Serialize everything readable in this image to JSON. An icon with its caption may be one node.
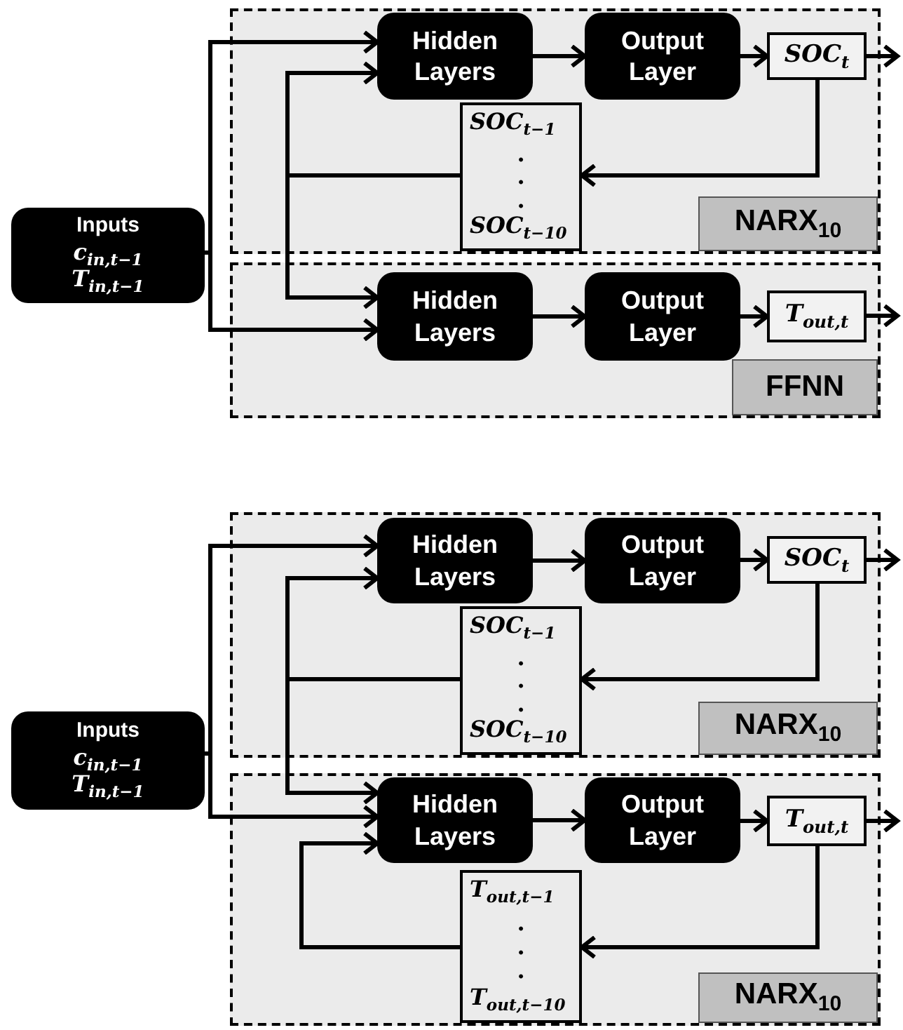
{
  "diagram": {
    "nodes": [
      {
        "text": [],
        "shape": "box"
      },
      {
        "text": [
          "Hidden Layers"
        ],
        "in": 0
      },
      {
        "text": [
          "Output Layer"
        ],
        "in": 0
      },
      {
        "text": [
          "SOC$_{t}$"
        ],
        "in": 0
      },
      {
        "text": [
          "SOC$_{t−1}$",
          ".",
          ".",
          ".",
          "SOC$_{t−10}$"
        ],
        "in": 0
      },
      {
        "text": [
          "NARX$_{10}$"
        ],
        "in": 0
      },
      {
        "text": [
          "Inputs",
          "c$_{in,t−1}$",
          "T$_{in,t−1}$"
        ]
      },
      {
        "text": [],
        "shape": "box"
      },
      {
        "text": [
          "Hidden Layers"
        ],
        "in": 7
      },
      {
        "text": [
          "Output Layer"
        ],
        "in": 7
      },
      {
        "text": [
          "T$_{out,t}$"
        ],
        "in": 7
      },
      {
        "text": [
          "FFNN"
        ],
        "in": 7
      },
      {
        "text": [],
        "shape": "box"
      },
      {
        "text": [
          "Hidden Layers"
        ],
        "in": 12
      },
      {
        "text": [
          "Output Layer"
        ],
        "in": 12
      },
      {
        "text": [
          "SOC$_{t}$"
        ],
        "in": 12
      },
      {
        "text": [
          "SOC$_{t−1}$",
          ".",
          ".",
          ".",
          "SOC$_{t−10}$"
        ],
        "in": 12
      },
      {
        "text": [
          "NARX$_{10}$"
        ],
        "in": 12
      },
      {
        "text": [
          "Inputs",
          "c$_{in,t−1}$",
          "T$_{in,t−1}$"
        ]
      },
      {
        "text": [],
        "shape": "box"
      },
      {
        "text": [
          "Hidden Layers"
        ],
        "in": 19
      },
      {
        "text": [
          "Output Layer"
        ],
        "in": 19
      },
      {
        "text": [
          "T$_{out,t}$"
        ],
        "in": 19
      },
      {
        "text": [
          "T$_{out,t−1}$",
          ".",
          ".",
          ".",
          "T$_{out,t−10}$"
        ],
        "in": 19
      },
      {
        "text": [
          "NARX$_{10}$"
        ],
        "in": 19
      }
    ],
    "edges": [
      {
        "from": 6,
        "to": 1,
        "arrow": "to"
      },
      {
        "from": 6,
        "to": 8,
        "arrow": "to"
      },
      {
        "from": 1,
        "to": 2,
        "arrow": "to"
      },
      {
        "from": 2,
        "to": 3,
        "arrow": "to"
      },
      {
        "from": 3,
        "to": null,
        "arrow": "to"
      },
      {
        "from": 3,
        "to": 4,
        "arrow": "to"
      },
      {
        "from": 4,
        "to": 1,
        "arrow": "to"
      },
      {
        "from": 4,
        "to": 8,
        "arrow": "to"
      },
      {
        "from": 8,
        "to": 9,
        "arrow": "to"
      },
      {
        "from": 9,
        "to": 10,
        "arrow": "to"
      },
      {
        "from": 10,
        "to": null,
        "arrow": "to"
      },
      {
        "from": 18,
        "to": 13,
        "arrow": "to"
      },
      {
        "from": 18,
        "to": 20,
        "arrow": "to"
      },
      {
        "from": 13,
        "to": 14,
        "arrow": "to"
      },
      {
        "from": 14,
        "to": 15,
        "arrow": "to"
      },
      {
        "from": 15,
        "to": null,
        "arrow": "to"
      },
      {
        "from": 15,
        "to": 16,
        "arrow": "to"
      },
      {
        "from": 16,
        "to": 13,
        "arrow": "to"
      },
      {
        "from": 16,
        "to": 20,
        "arrow": "to"
      },
      {
        "from": 20,
        "to": 21,
        "arrow": "to"
      },
      {
        "from": 21,
        "to": 22,
        "arrow": "to"
      },
      {
        "from": 22,
        "to": null,
        "arrow": "to"
      },
      {
        "from": 22,
        "to": 23,
        "arrow": "to"
      },
      {
        "from": 23,
        "to": 20,
        "arrow": "to"
      }
    ]
  }
}
